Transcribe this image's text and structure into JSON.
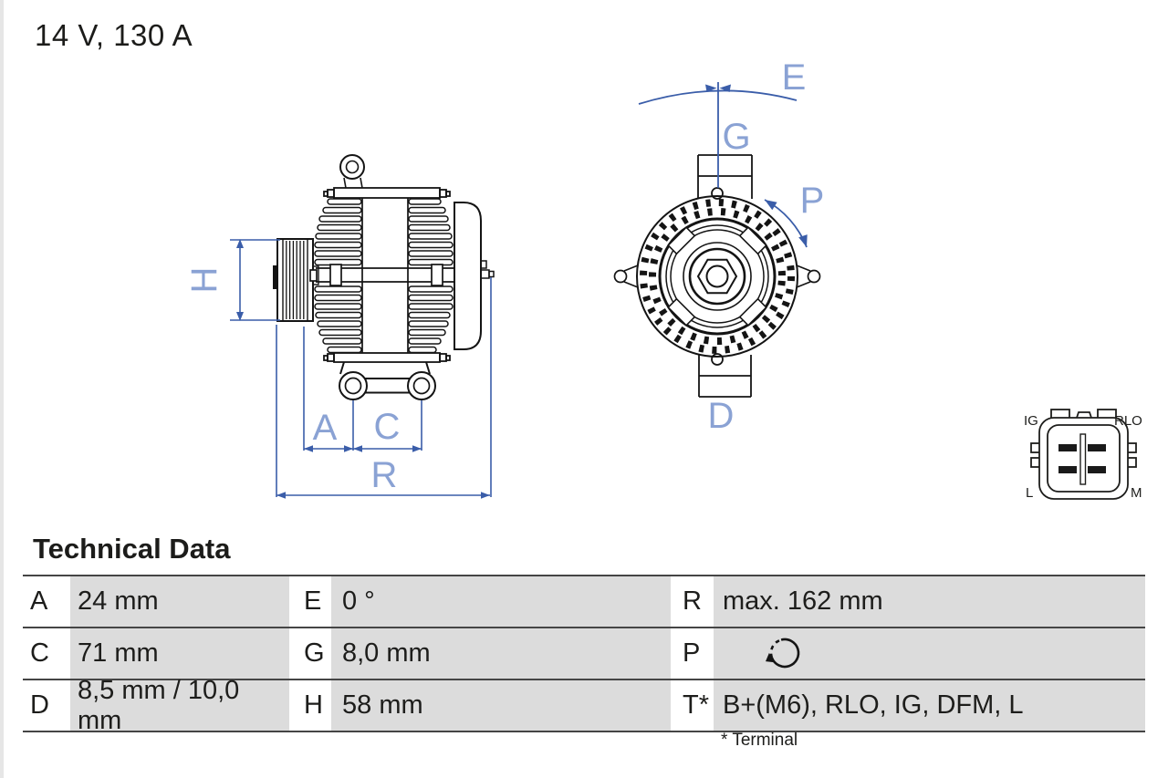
{
  "page": {
    "title": "14 V, 130 A"
  },
  "diagram": {
    "labels": {
      "H": "H",
      "A": "A",
      "C": "C",
      "R": "R",
      "E": "E",
      "G": "G",
      "P": "P",
      "D": "D"
    },
    "dimension_line_color": "#3a5da9",
    "dimension_label_color": "#8aa2d4",
    "drawing_color": "#141414"
  },
  "connector": {
    "pin_top_left": "IG",
    "pin_top_right": "RLO",
    "pin_bottom_left": "L",
    "pin_bottom_right": "M"
  },
  "table": {
    "title": "Technical Data",
    "value_cell_bg": "#dcdcdc",
    "border_color": "#454545",
    "rows": [
      {
        "c1": {
          "key": "A",
          "value": "24 mm"
        },
        "c2": {
          "key": "E",
          "value": "0 °"
        },
        "c3": {
          "key": "R",
          "value": "max. 162 mm"
        }
      },
      {
        "c1": {
          "key": "C",
          "value": "71 mm"
        },
        "c2": {
          "key": "G",
          "value": "8,0 mm"
        },
        "c3": {
          "key": "P",
          "value": "",
          "icon": "rotation-direction-icon"
        }
      },
      {
        "c1": {
          "key": "D",
          "value": "8,5 mm / 10,0 mm"
        },
        "c2": {
          "key": "H",
          "value": "58 mm"
        },
        "c3": {
          "key": "T*",
          "value": "B+(M6), RLO, IG, DFM, L"
        }
      }
    ],
    "footnote": "* Terminal"
  }
}
